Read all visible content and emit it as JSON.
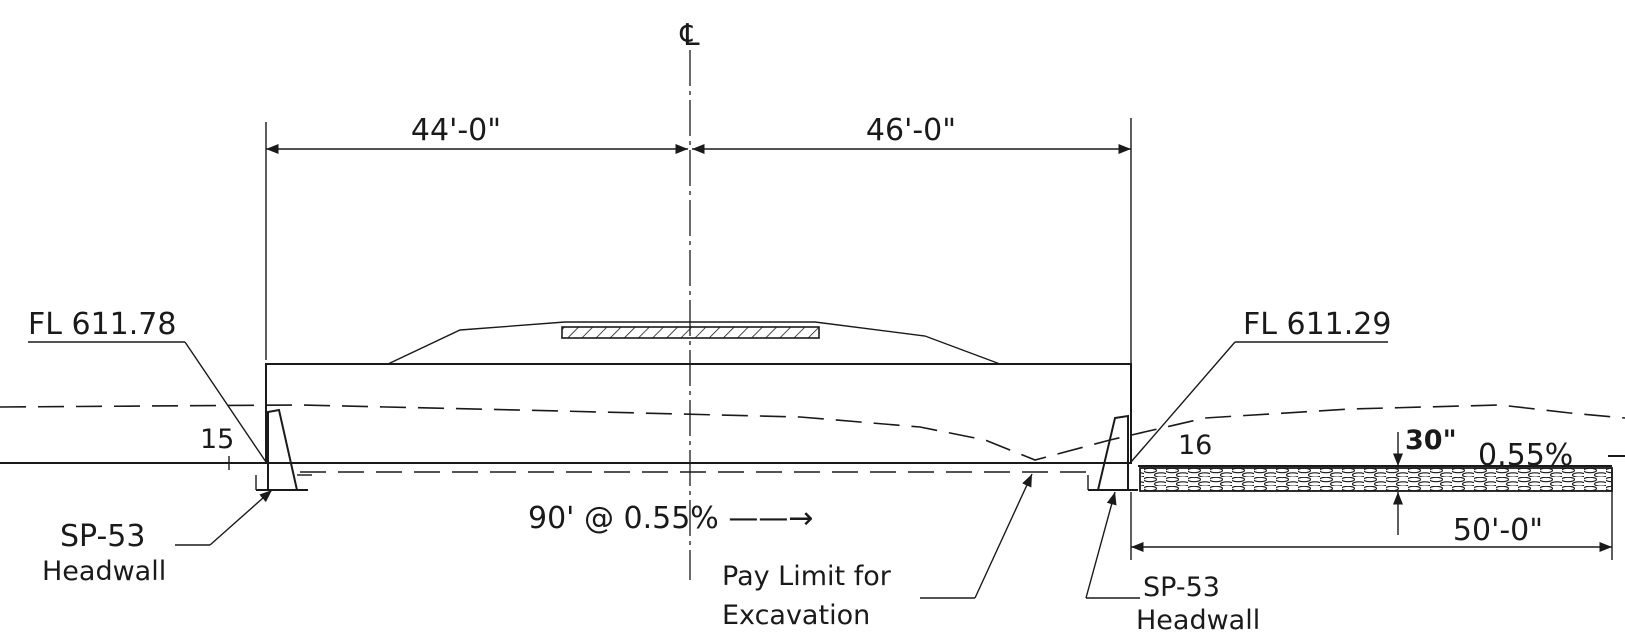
{
  "labels": {
    "centerline": "℄",
    "dim_left": "44'-0\"",
    "dim_right": "46'-0\"",
    "fl_left": "FL 611.78",
    "fl_right": "FL 611.29",
    "mark_15": "15",
    "mark_16": "16",
    "depth_30": "30\"",
    "slope_right": "0.55%",
    "dim_channel": "50'-0\"",
    "grade_note": "90' @ 0.55% ——→",
    "headwall_left_1": "SP-53",
    "headwall_left_2": "Headwall",
    "pay_limit_1": "Pay Limit for",
    "pay_limit_2": "Excavation",
    "headwall_right_1": "SP-53",
    "headwall_right_2": "Headwall"
  }
}
